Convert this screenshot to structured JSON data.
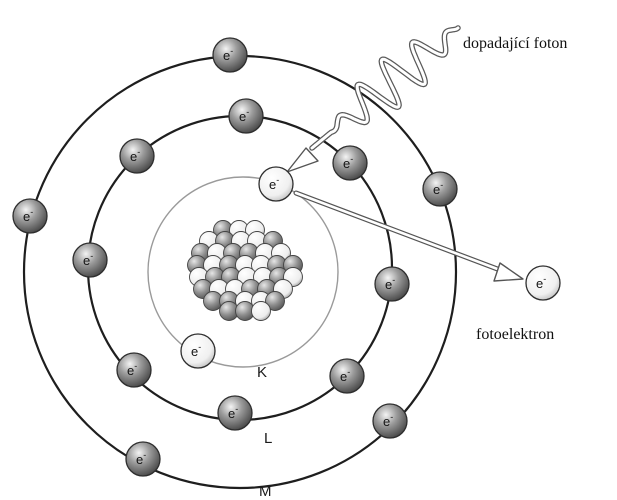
{
  "labels": {
    "incoming_photon": "dopadající foton",
    "photoelectron": "fotoelektron",
    "shell_k": "K",
    "shell_l": "L",
    "shell_m": "M"
  },
  "electron": {
    "symbol": "e",
    "charge": "-"
  },
  "colors": {
    "dark_electron": "#7a7a7a",
    "light_electron": "#f2f2f2",
    "orbit": "#1e1e1e",
    "inner_orbit": "#9a9a9a",
    "photon": "#555555"
  }
}
